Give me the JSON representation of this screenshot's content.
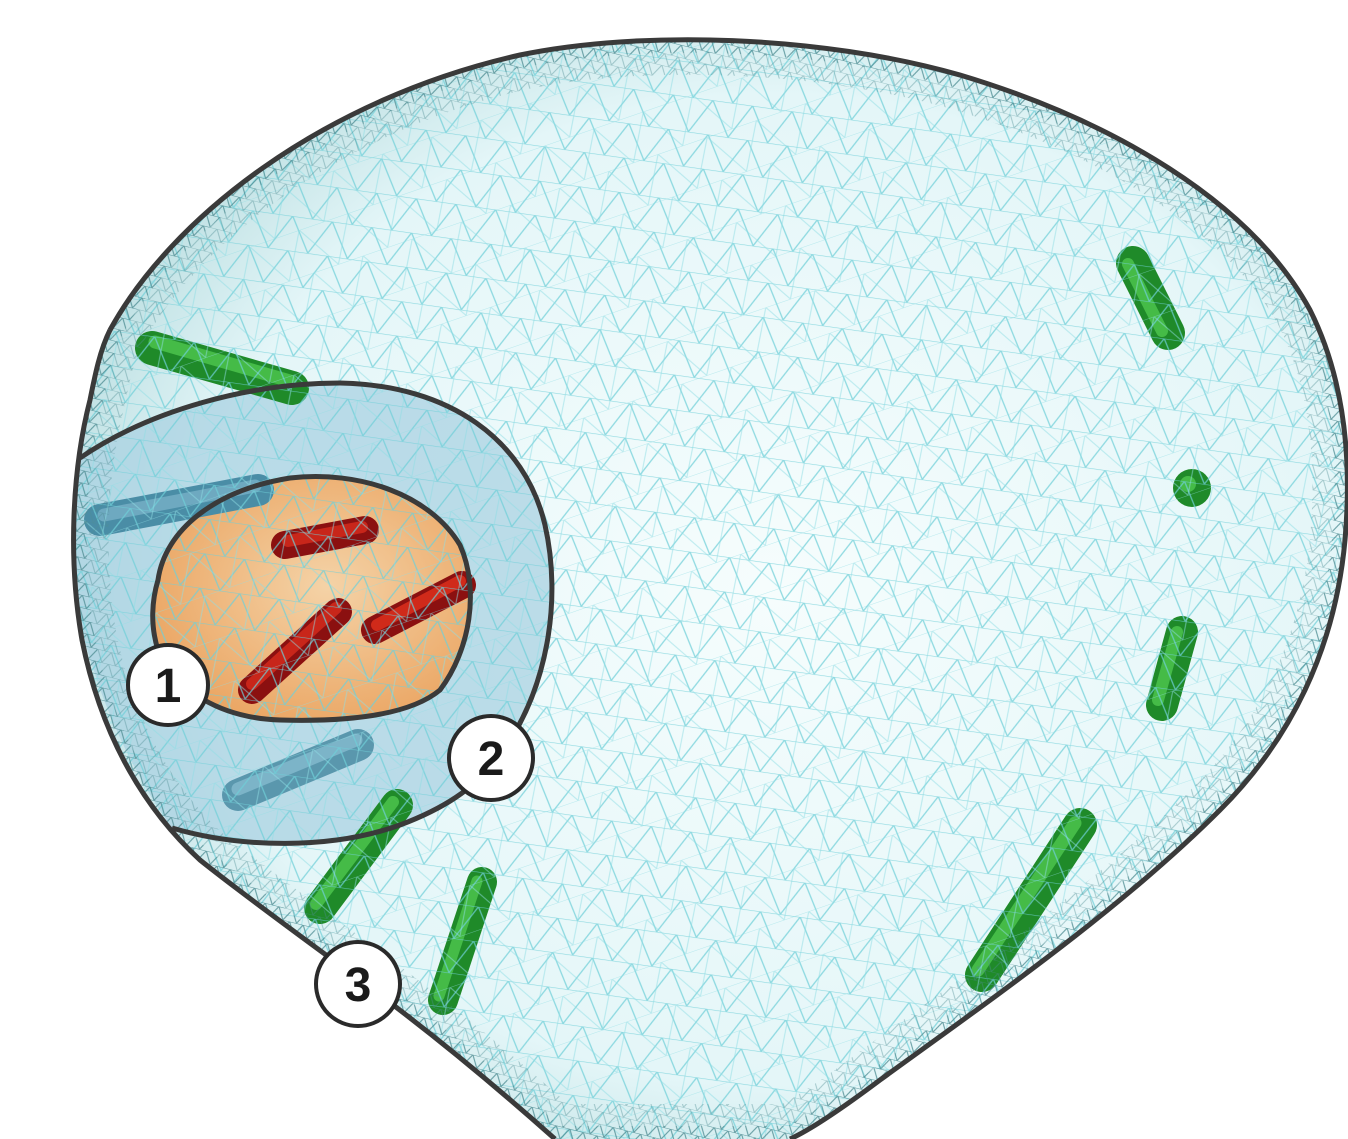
{
  "labels": {
    "region_1": "1",
    "region_2": "2",
    "region_3": "3"
  },
  "colors": {
    "outer_mesh": "#7fd6de",
    "outer_fill": "#eefafb",
    "middle_region": "#9cc9dc",
    "inner_region": "#f4a862",
    "rod_inner": "#b01818",
    "rod_middle": "#5a9db5",
    "rod_outer": "#2a9a32",
    "outline": "#3a3a3a"
  }
}
